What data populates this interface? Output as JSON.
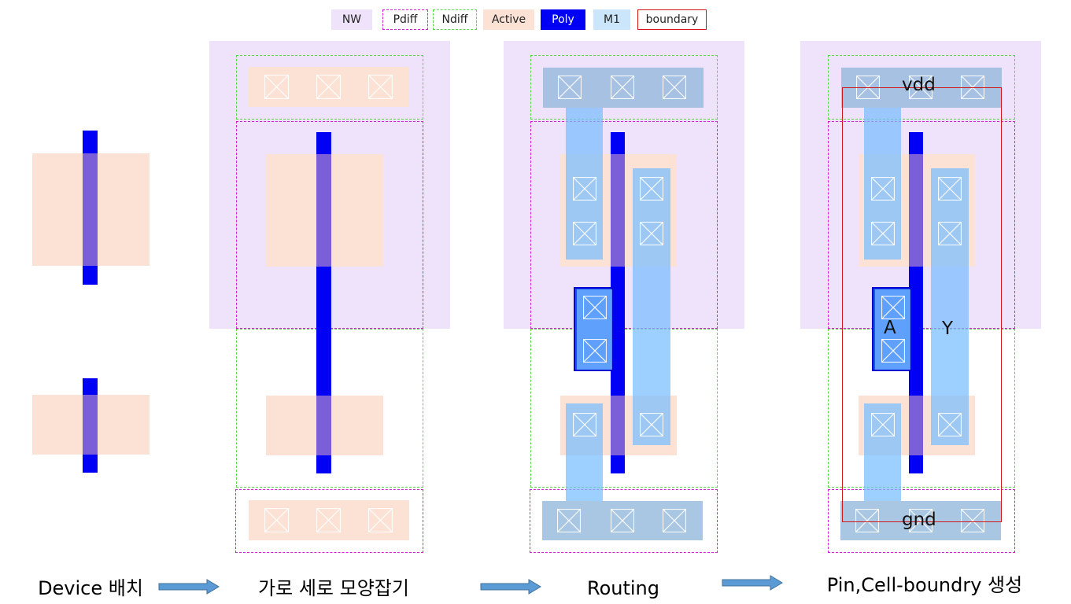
{
  "legend": {
    "nw": "NW",
    "pdiff": "Pdiff",
    "ndiff": "Ndiff",
    "active": "Active",
    "poly": "Poly",
    "m1": "M1",
    "boundary": "boundary"
  },
  "captions": {
    "step1": "Device 배치",
    "step2": "가로 세로 모양잡기",
    "step3": "Routing",
    "step4": "Pin,Cell-boundry 생성"
  },
  "pins": {
    "vdd": "vdd",
    "gnd": "gnd",
    "input": "A",
    "output": "Y"
  },
  "colors": {
    "nw": "#efe3fb",
    "active": "#fbe2d5",
    "poly": "#0000f5",
    "m1": "#78beff",
    "pdiff_border": "#d020d0",
    "ndiff_border": "#5ad44a",
    "boundary_border": "#d01818",
    "arrow": "#5b9bd5"
  }
}
